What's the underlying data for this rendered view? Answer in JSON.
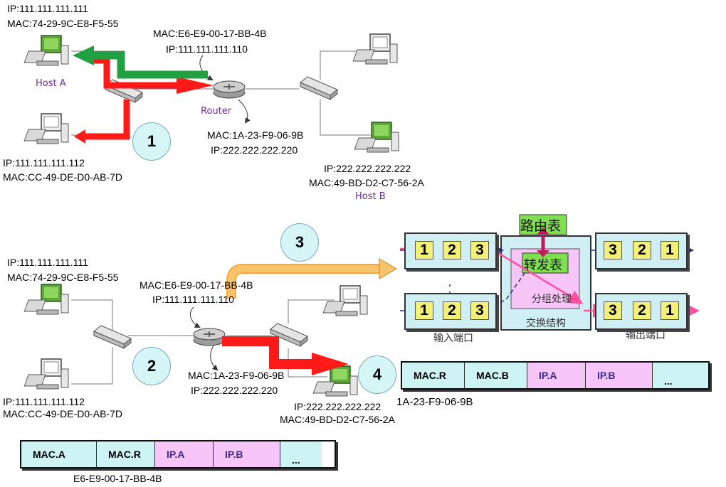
{
  "top": {
    "hostA_ip": "IP:111.111.111.111",
    "hostA_mac": "MAC:74-29-9C-E8-F5-55",
    "hostA_label": "Host A",
    "router_lan_mac": "MAC:E6-E9-00-17-BB-4B",
    "router_lan_ip": "IP:111.111.111.110",
    "router_label": "Router",
    "router_wan_mac": "MAC:1A-23-F9-06-9B",
    "router_wan_ip": "IP:222.222.222.220",
    "host2_ip": "IP:111.111.111.112",
    "host2_mac": "MAC:CC-49-DE-D0-AB-7D",
    "hostB_ip": "IP:222.222.222.222",
    "hostB_mac": "MAC:49-BD-D2-C7-56-2A",
    "hostB_label": "Host B",
    "step": "1"
  },
  "bottom": {
    "hostA_ip": "IP:111.111.111.111",
    "hostA_mac": "MAC:74-29-9C-E8-F5-55",
    "router_lan_mac": "MAC:E6-E9-00-17-BB-4B",
    "router_lan_ip": "IP:111.111.111.110",
    "router_wan_mac": "MAC:1A-23-F9-06-9B",
    "router_wan_ip": "IP:222.222.222.220",
    "host2_ip": "IP:111.111.111.112",
    "host2_mac": "MAC:CC-49-DE-D0-AB-7D",
    "hostB_ip": "IP:222.222.222.222",
    "hostB_mac": "MAC:49-BD-D2-C7-56-2A",
    "step2": "2",
    "step3": "3",
    "step4": "4"
  },
  "router_internals": {
    "routing_table": "路由表",
    "forwarding_table": "转发表",
    "packet_processing": "分组处理",
    "switch_fabric": "交换结构",
    "input_port": "输入端口",
    "output_port": "输出端口",
    "queue_nums_in": [
      "1",
      "2",
      "3"
    ],
    "queue_nums_out": [
      "3",
      "2",
      "1"
    ]
  },
  "frame_wan": {
    "cells": [
      "MAC.R",
      "MAC.B",
      "IP.A",
      "IP.B",
      "..."
    ],
    "caption": "1A-23-F9-06-9B",
    "colors": [
      "#cdf3f5",
      "#cdf3f5",
      "#f7c5f7",
      "#f7c5f7",
      "#cdf3f5"
    ]
  },
  "frame_lan": {
    "cells": [
      "MAC.A",
      "MAC.R",
      "IP.A",
      "IP.B",
      "..."
    ],
    "caption": "E6-E9-00-17-BB-4B",
    "colors": [
      "#cdf3f5",
      "#cdf3f5",
      "#f7c5f7",
      "#f7c5f7",
      "#cdf3f5"
    ]
  }
}
